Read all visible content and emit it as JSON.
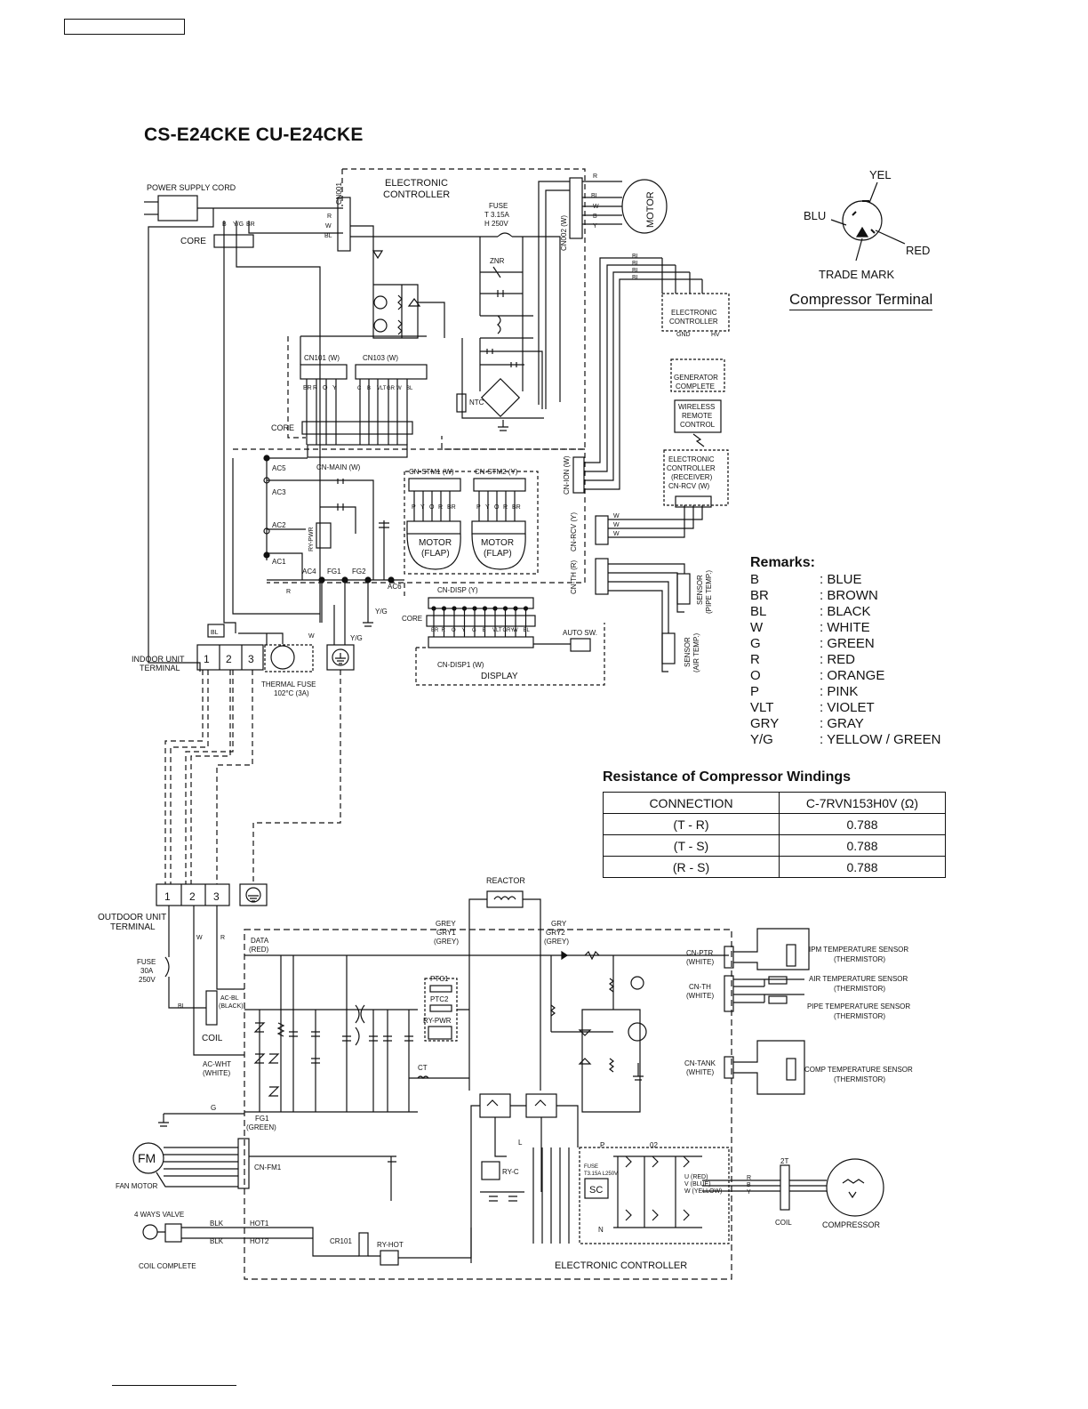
{
  "title": "CS-E24CKE  CU-E24CKE",
  "compressor_terminal": {
    "pins": [
      "YEL",
      "BLU",
      "RED"
    ],
    "trade_mark": "TRADE MARK",
    "caption": "Compressor Terminal"
  },
  "remarks": {
    "title": "Remarks:",
    "items": [
      {
        "code": "B",
        "color": ": BLUE"
      },
      {
        "code": "BR",
        "color": ": BROWN"
      },
      {
        "code": "BL",
        "color": ": BLACK"
      },
      {
        "code": "W",
        "color": ": WHITE"
      },
      {
        "code": "G",
        "color": ": GREEN"
      },
      {
        "code": "R",
        "color": ": RED"
      },
      {
        "code": "O",
        "color": ": ORANGE"
      },
      {
        "code": "P",
        "color": ": PINK"
      },
      {
        "code": "VLT",
        "color": ": VIOLET"
      },
      {
        "code": "GRY",
        "color": ": GRAY"
      },
      {
        "code": "Y/G",
        "color": ": YELLOW / GREEN"
      }
    ]
  },
  "resistance": {
    "title": "Resistance of Compressor Windings",
    "headers": [
      "CONNECTION",
      "C-7RVN153H0V (Ω)"
    ],
    "rows": [
      [
        "(T - R)",
        "0.788"
      ],
      [
        "(T - S)",
        "0.788"
      ],
      [
        "(R - S)",
        "0.788"
      ]
    ]
  },
  "indoor": {
    "power_supply_cord": "POWER SUPPLY CORD",
    "core": "CORE",
    "electronic_controller": [
      "ELECTRONIC",
      "CONTROLLER"
    ],
    "cn001": [
      "CN001",
      "(W)"
    ],
    "fuse": [
      "FUSE",
      "T  3.15A",
      "H  250V"
    ],
    "znr": "ZNR",
    "ntc": "NTC",
    "cn002": "CN002 (W)",
    "motor": "MOTOR",
    "cn101": "CN101 (W)",
    "cn103": "CN103 (W)",
    "cn101_wires": [
      "BR",
      "R",
      "O",
      "Y"
    ],
    "cn103_wires": [
      "C",
      "B",
      "VLT",
      "GR",
      "W",
      "BL"
    ],
    "cn_main": "CN-MAIN (W)",
    "ac_labels": [
      "AC5",
      "AC3",
      "AC2",
      "AC1",
      "AC4",
      "FG1",
      "FG2",
      "AC6"
    ],
    "ry_pwr": "RY-PWR",
    "cn_stm1": "CN-STM1 (W)",
    "cn_stm2": "CN-STM2 (Y)",
    "stm_wires": [
      "P",
      "Y",
      "O",
      "R",
      "BR"
    ],
    "motor_flap": [
      "MOTOR",
      "(FLAP)"
    ],
    "cn_ion": "CN-ION (W)",
    "cn_rcv": "CN-RCV (Y)",
    "cn_th": "CN-TH (R)",
    "cn_disp": "CN-DISP (Y)",
    "cn_disp1": "CN-DISP1 (W)",
    "display": "DISPLAY",
    "auto_sw": "AUTO SW.",
    "disp_wires": [
      "BR",
      "R",
      "O",
      "Y",
      "G",
      "B",
      "VLT",
      "GRY",
      "W",
      "BL"
    ],
    "ec_hv": [
      "ELECTRONIC",
      "CONTROLLER"
    ],
    "gnd_hv": [
      "GND",
      "HV"
    ],
    "generator": [
      "GENERATOR",
      "COMPLETE"
    ],
    "wireless": [
      "WIRELESS",
      "REMOTE",
      "CONTROL"
    ],
    "receiver": [
      "ELECTRONIC",
      "CONTROLLER",
      "(RECEIVER)",
      "CN-RCV (W)"
    ],
    "sensor_pipe": [
      "SENSOR",
      "(PIPE TEMP.)"
    ],
    "sensor_air": [
      "SENSOR",
      "(AIR TEMP.)"
    ],
    "indoor_terminal": [
      "INDOOR UNIT",
      "TERMINAL"
    ],
    "thermal_fuse": [
      "THERMAL FUSE",
      "102°C (3A)"
    ],
    "yg": "Y/G",
    "wire_colors": [
      "B",
      "Y/G",
      "BR",
      "R",
      "W",
      "BL",
      "Y",
      "G"
    ]
  },
  "outdoor": {
    "terminal": [
      "OUTDOOR UNIT",
      "TERMINAL"
    ],
    "reactor": "REACTOR",
    "grey1": [
      "GREY",
      "GRY1",
      "(GREY)"
    ],
    "grey2": [
      "GRY",
      "GRY2",
      "(GREY)"
    ],
    "data": [
      "DATA",
      "(RED)"
    ],
    "fuse": [
      "FUSE",
      "30A",
      "250V"
    ],
    "ac_bl": [
      "AC-BL",
      "(BLACK)"
    ],
    "coil": "COIL",
    "ac_wht": [
      "AC-WHT",
      "(WHITE)"
    ],
    "ptc1": "PTC1",
    "ptc2": "PTC2",
    "ry_pwr": "RY-PWR",
    "ct": "CT",
    "g": "G",
    "fg1": [
      "FG1",
      "(GREEN)"
    ],
    "fm": "FM",
    "cn_fm1": "CN-FM1",
    "fan_motor": "FAN MOTOR",
    "four_way": "4 WAYS VALVE",
    "blk": "BLK",
    "hot1": "HOT1",
    "hot2": "HOT2",
    "coil_complete": "COIL COMPLETE",
    "cr101": "CR101",
    "ry_hot": "RY-HOT",
    "ry_c": "RY-C",
    "l": "L",
    "p": "P",
    "n": "N",
    "q2": "02",
    "sc": "SC",
    "ipm_fuse": [
      "FUSE",
      "T3.15A L250V"
    ],
    "uvw": [
      "U (RED)",
      "V (BLUE)",
      "W (YELLOW)"
    ],
    "rby": [
      "R",
      "B",
      "Y"
    ],
    "two_t": "2T",
    "coil2": "COIL",
    "compressor": "COMPRESSOR",
    "electronic_controller": "ELECTRONIC CONTROLLER",
    "cn_ptr": [
      "CN-PTR",
      "(WHITE)"
    ],
    "cn_th": [
      "CN-TH",
      "(WHITE)"
    ],
    "cn_tank": [
      "CN-TANK",
      "(WHITE)"
    ],
    "ipm_sensor": [
      "IPM TEMPERATURE SENSOR",
      "(THERMISTOR)"
    ],
    "air_sensor": [
      "AIR TEMPERATURE SENSOR",
      "(THERMISTOR)"
    ],
    "pipe_sensor": [
      "PIPE TEMPERATURE SENSOR",
      "(THERMISTOR)"
    ],
    "comp_sensor": [
      "COMP TEMPERATURE SENSOR",
      "(THERMISTOR)"
    ]
  }
}
